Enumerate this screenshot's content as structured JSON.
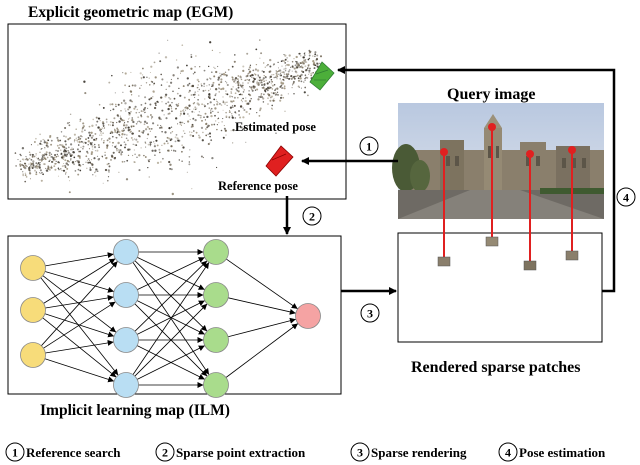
{
  "egm": {
    "title": "Explicit geometric map (EGM)",
    "estimated_pose_label": "Estimated pose",
    "reference_pose_label": "Reference pose"
  },
  "query": {
    "title": "Query image"
  },
  "ilm": {
    "title": "Implicit learning map (ILM)"
  },
  "patches": {
    "title": "Rendered sparse patches"
  },
  "steps": [
    {
      "num": "1",
      "label": "Reference search"
    },
    {
      "num": "2",
      "label": "Sparse point extraction"
    },
    {
      "num": "3",
      "label": "Sparse rendering"
    },
    {
      "num": "4",
      "label": "Pose estimation"
    }
  ],
  "colors": {
    "input_node": "#f7dc7a",
    "hidden1_node": "#b9def3",
    "hidden2_node": "#a9dc8c",
    "output_node": "#f5a3a3",
    "reference_camera": "#e02020",
    "estimated_camera": "#4caf3a",
    "keypoint": "#e02020"
  }
}
